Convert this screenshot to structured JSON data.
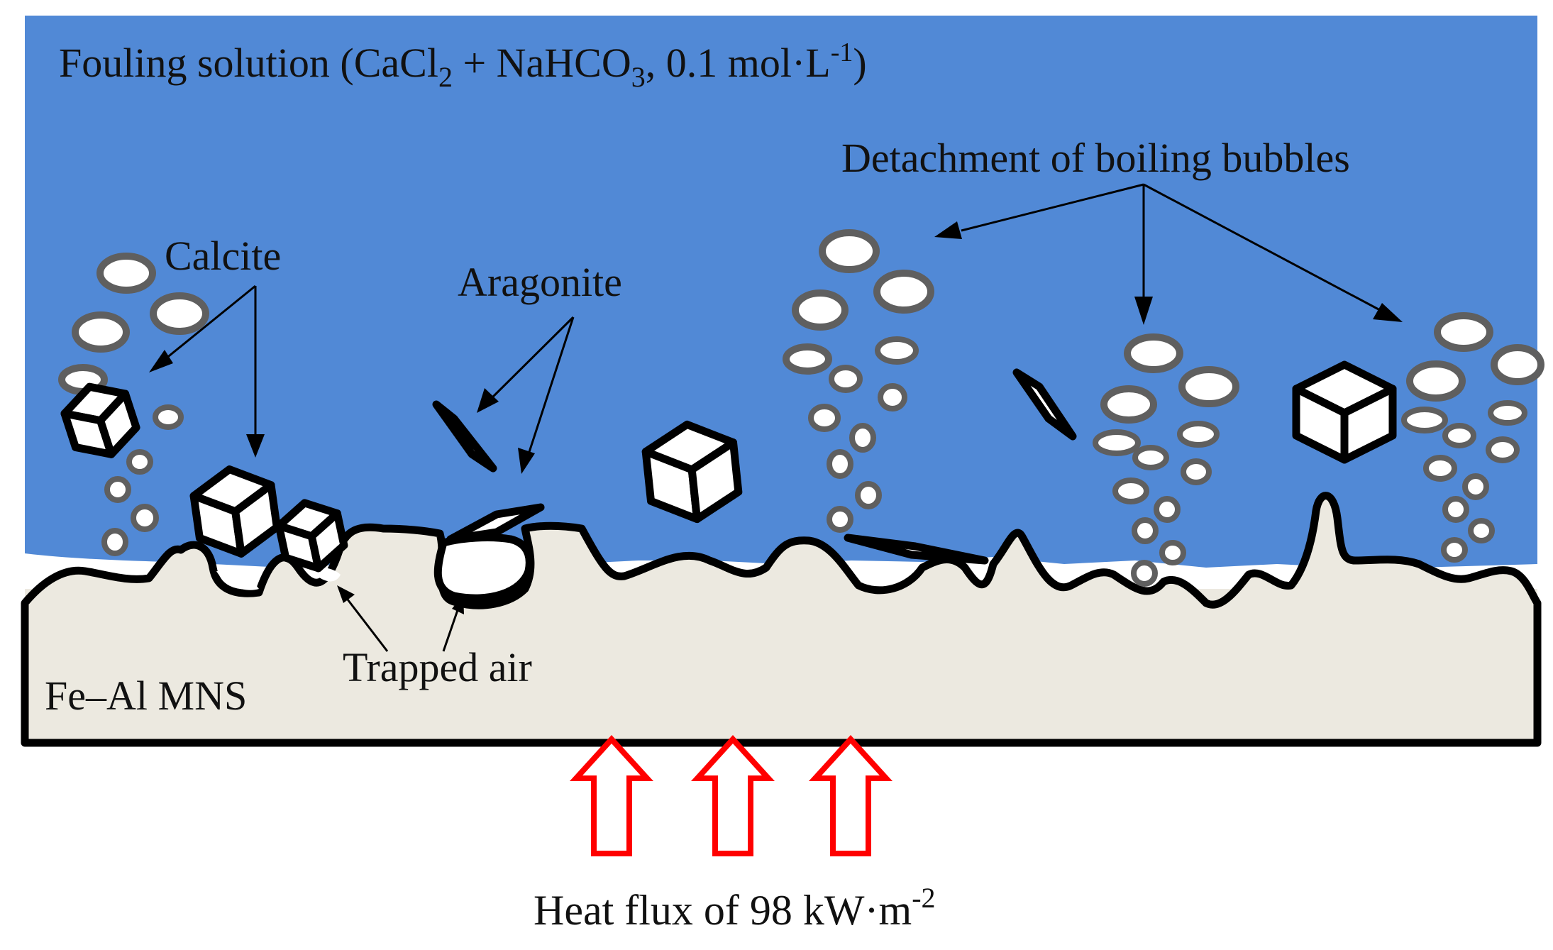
{
  "labels": {
    "fouling_prefix": "Fouling solution (CaCl",
    "fouling_sub1": "2",
    "fouling_mid": " + NaHCO",
    "fouling_sub2": "3",
    "fouling_conc": ", 0.1 mol·L",
    "fouling_sup": "-1",
    "fouling_end": ")",
    "detachment": "Detachment of boiling bubbles",
    "calcite": "Calcite",
    "aragonite": "Aragonite",
    "trapped_air": "Trapped air",
    "substrate": "Fe–Al MNS",
    "heat_flux": "Heat flux of 98 kW·m",
    "heat_flux_sup": "-2"
  },
  "colors": {
    "solution": "#5189d6",
    "substrate": "#ece9e0",
    "arrow_outline": "#ff0000",
    "bubble_stroke": "#5f5f5f"
  }
}
